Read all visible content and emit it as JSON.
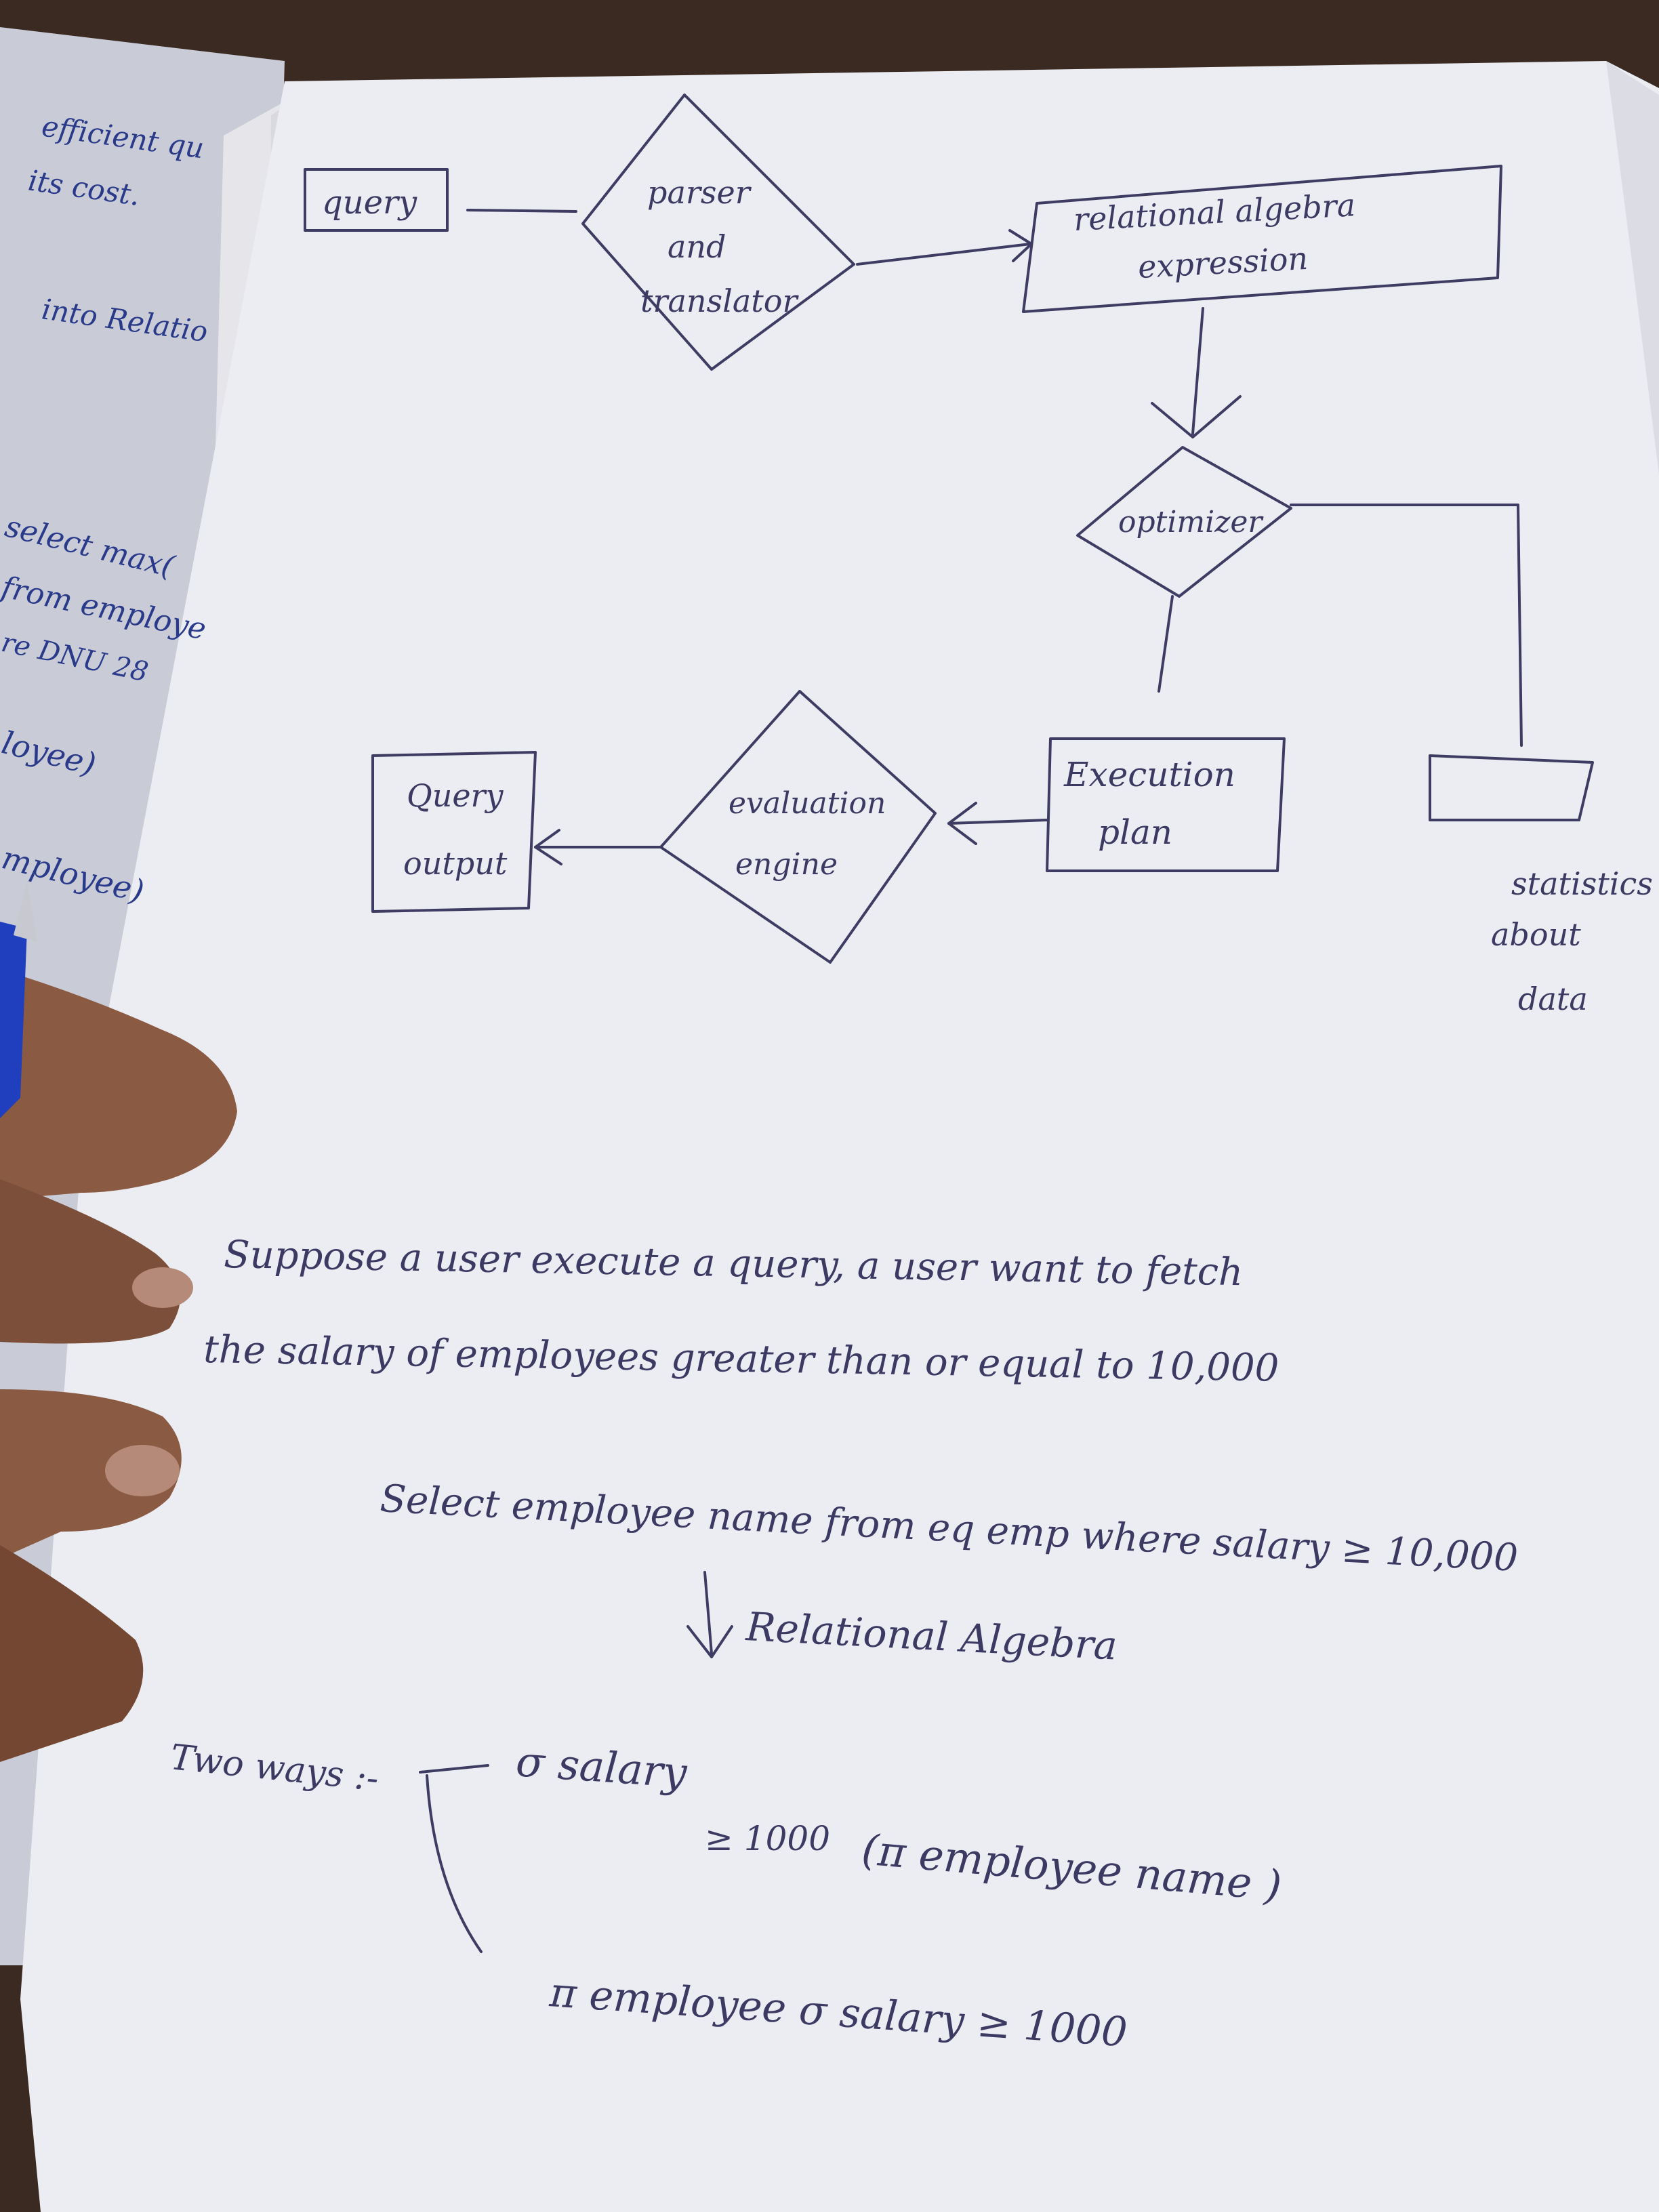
{
  "left_page": {
    "lines": [
      "efficient qu",
      "its cost.",
      "into Relatio",
      "select max(",
      "from employe",
      "re DNU 28",
      "loyee)",
      "mployee)"
    ]
  },
  "diagram": {
    "query": "query",
    "parser": [
      "parser",
      "and",
      "translator"
    ],
    "relational_algebra": [
      "relational algebra",
      "expression"
    ],
    "optimizer": "optimizer",
    "execution_plan": [
      "Execution",
      "plan"
    ],
    "evaluation_engine": [
      "evaluation",
      "engine"
    ],
    "query_output": [
      "Query",
      "output"
    ],
    "statistics": [
      "statistics",
      "about",
      "data"
    ]
  },
  "notes": {
    "line1": "Suppose a user execute a query, a user want to fetch",
    "line2": "the salary of employees greater than or equal to 10,000",
    "sql": "Select employee name from eq emp where salary ≥ 10,000",
    "arrow_label": "Relational Algebra",
    "two_ways": "Two ways :-",
    "way1_a": "σ salary",
    "way1_sub": "≥ 1000",
    "way1_b": "(π employee name )",
    "way2": "π employee σ salary ≥ 1000"
  }
}
